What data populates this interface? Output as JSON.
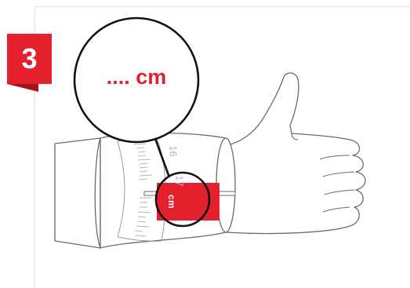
{
  "step": {
    "number": "3",
    "badge_color": "#e5202e",
    "badge_shadow_color": "#a8121b"
  },
  "magnifier": {
    "reading": ".... cm"
  },
  "tape": {
    "unit_label": "cm",
    "tick_labels": [
      "16",
      "17"
    ],
    "accent_color": "#e5202e"
  },
  "icons": {
    "hand": "thumbs-up-hand-outline",
    "wrist_cuff": "blood-pressure-cuff-outline",
    "magnifier": "magnifying-circle"
  }
}
